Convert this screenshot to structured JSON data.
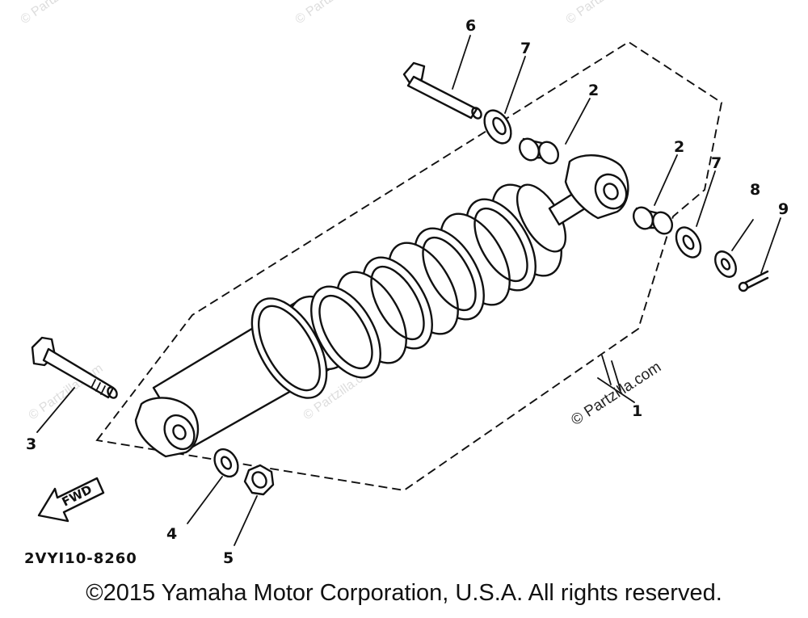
{
  "diagram": {
    "callouts": {
      "c1": "1",
      "c2a": "2",
      "c2b": "2",
      "c3": "3",
      "c4": "4",
      "c5": "5",
      "c6": "6",
      "c7a": "7",
      "c7b": "7",
      "c8": "8",
      "c9": "9"
    },
    "fwd_label": "FWD",
    "drawing_code": "2VYI10-8260",
    "watermark": "© Partzilla.com",
    "faint_watermark": "© Partzilla.com"
  },
  "footer": {
    "copyright": "©2015 Yamaha Motor Corporation, U.S.A. All rights reserved."
  }
}
